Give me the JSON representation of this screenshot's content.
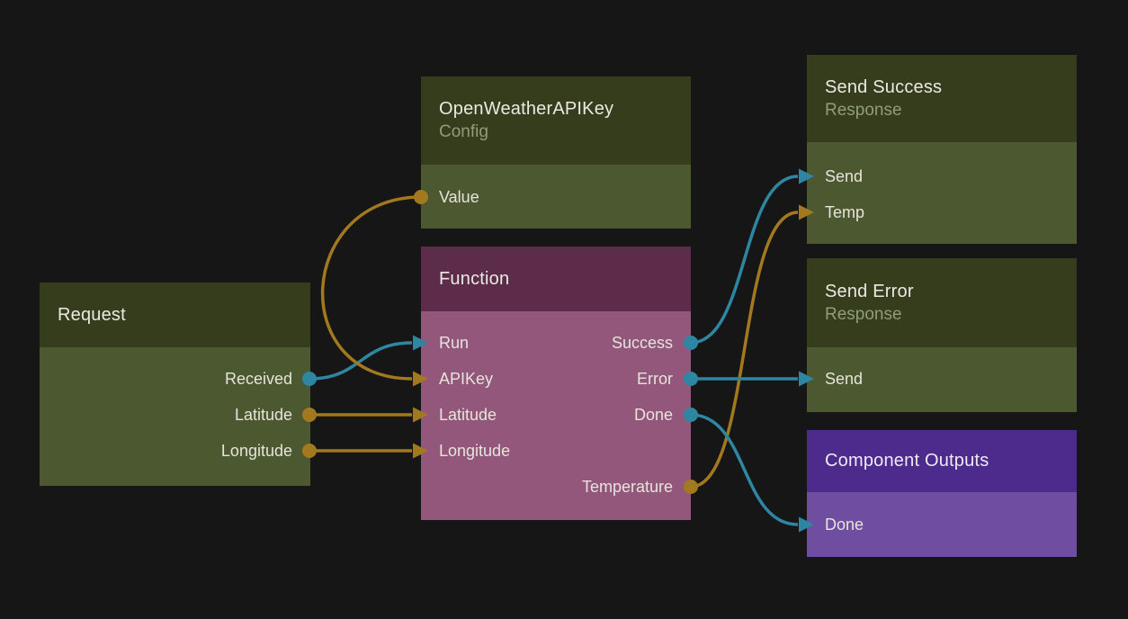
{
  "app": {
    "type": "visual-flow-editor",
    "background": "#161616"
  },
  "palette": {
    "green_header": "#363d1d",
    "green_body": "#4c5830",
    "mauve_header": "#5c2c4a",
    "mauve_body": "#94577c",
    "purple_header": "#4c2b8c",
    "purple_body": "#6f4da1",
    "teal_port": "#2e86a2",
    "gold_port": "#a2791f",
    "title_text": "#ebeae2",
    "subtitle_text": "#8f9d7c",
    "port_text": "#e6e4db"
  },
  "nodes": {
    "request": {
      "title": "Request",
      "outputs": {
        "received": "Received",
        "latitude": "Latitude",
        "longitude": "Longitude"
      }
    },
    "openweather_api_key": {
      "title": "OpenWeatherAPIKey",
      "subtitle": "Config",
      "outputs": {
        "value": "Value"
      }
    },
    "function": {
      "title": "Function",
      "inputs": {
        "run": "Run",
        "apikey": "APIKey",
        "latitude": "Latitude",
        "longitude": "Longitude"
      },
      "outputs": {
        "success": "Success",
        "error": "Error",
        "done": "Done",
        "temperature": "Temperature"
      }
    },
    "send_success": {
      "title": "Send Success",
      "subtitle": "Response",
      "inputs": {
        "send": "Send",
        "temp": "Temp"
      }
    },
    "send_error": {
      "title": "Send Error",
      "subtitle": "Response",
      "inputs": {
        "send": "Send"
      }
    },
    "component_outputs": {
      "title": "Component Outputs",
      "inputs": {
        "done": "Done"
      }
    }
  },
  "edges": [
    {
      "from": "request.received",
      "to": "function.run",
      "color": "#2e86a2"
    },
    {
      "from": "openweather_api_key.value",
      "to": "function.apikey",
      "color": "#a2791f"
    },
    {
      "from": "request.latitude",
      "to": "function.latitude",
      "color": "#a2791f"
    },
    {
      "from": "request.longitude",
      "to": "function.longitude",
      "color": "#a2791f"
    },
    {
      "from": "function.success",
      "to": "send_success.send",
      "color": "#2e86a2"
    },
    {
      "from": "function.error",
      "to": "send_error.send",
      "color": "#2e86a2"
    },
    {
      "from": "function.done",
      "to": "component_outputs.done",
      "color": "#2e86a2"
    },
    {
      "from": "function.temperature",
      "to": "send_success.temp",
      "color": "#a2791f"
    }
  ]
}
